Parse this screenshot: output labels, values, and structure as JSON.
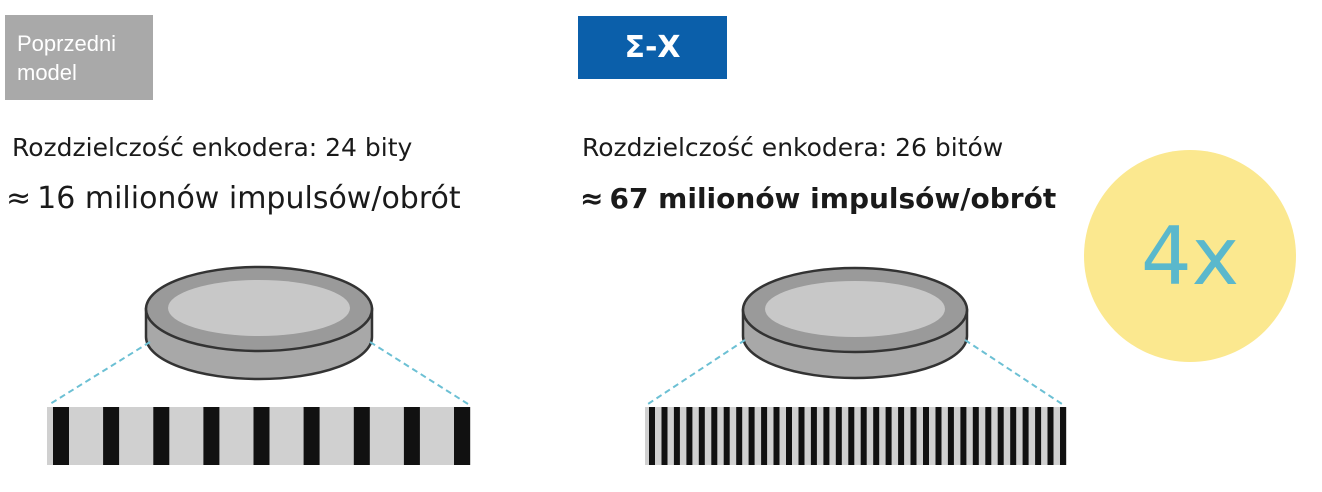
{
  "left": {
    "model_label": "Poprzedni\nmodel",
    "resolution": "Rozdzielczość enkodera: 24 bity",
    "approx_symbol": "≈",
    "pulses": "16 milionów impulsów/obrót",
    "strip_stripes": 9
  },
  "right": {
    "model_label": "Σ-X",
    "resolution": "Rozdzielczość enkodera: 26 bitów",
    "approx_symbol": "≈",
    "pulses": "67 milionów impulsów/obrót",
    "strip_stripes": 34
  },
  "badge": {
    "label": "4x"
  },
  "colors": {
    "prev_label_bg": "#a9a9a9",
    "sigma_label_bg": "#0b5faa",
    "badge_bg": "#fbe88f",
    "badge_text": "#5ab8cc",
    "dashed_line": "#6cc0d4",
    "stripe_dark": "#111111",
    "strip_bg": "#d0d0d0"
  },
  "icons": [
    "encoder-disk-icon",
    "scale-strip-icon"
  ]
}
